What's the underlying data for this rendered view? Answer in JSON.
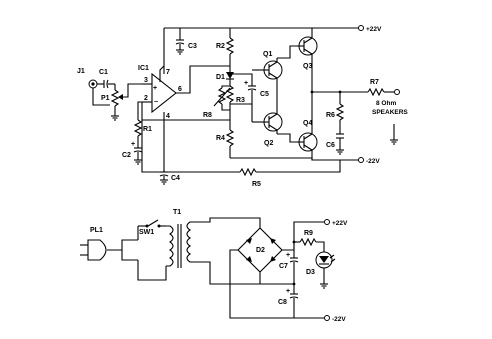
{
  "components": {
    "J1": "J1",
    "C1": "C1",
    "P1": "P1",
    "IC1": "IC1",
    "C2": "C2",
    "R1": "R1",
    "C3": "C3",
    "C4": "C4",
    "R2": "R2",
    "D1": "D1",
    "R3": "R3",
    "R8": "R8",
    "R4": "R4",
    "C5": "C5",
    "Q1": "Q1",
    "Q2": "Q2",
    "Q3": "Q3",
    "Q4": "Q4",
    "R5": "R5",
    "R6": "R6",
    "C6": "C6",
    "R7": "R7",
    "PL1": "PL1",
    "SW1": "SW1",
    "T1": "T1",
    "D2": "D2",
    "R9": "R9",
    "C7": "C7",
    "D3": "D3",
    "C8": "C8"
  },
  "pins": {
    "p2": "2",
    "p3": "3",
    "p6": "6",
    "p7": "7",
    "p4": "4"
  },
  "rails": {
    "amp_pos": "+22V",
    "amp_neg": "-22V",
    "psu_pos": "+22V",
    "psu_neg": "-22V"
  },
  "speaker": {
    "line1": "8 Ohm",
    "line2": "SPEAKERS"
  }
}
